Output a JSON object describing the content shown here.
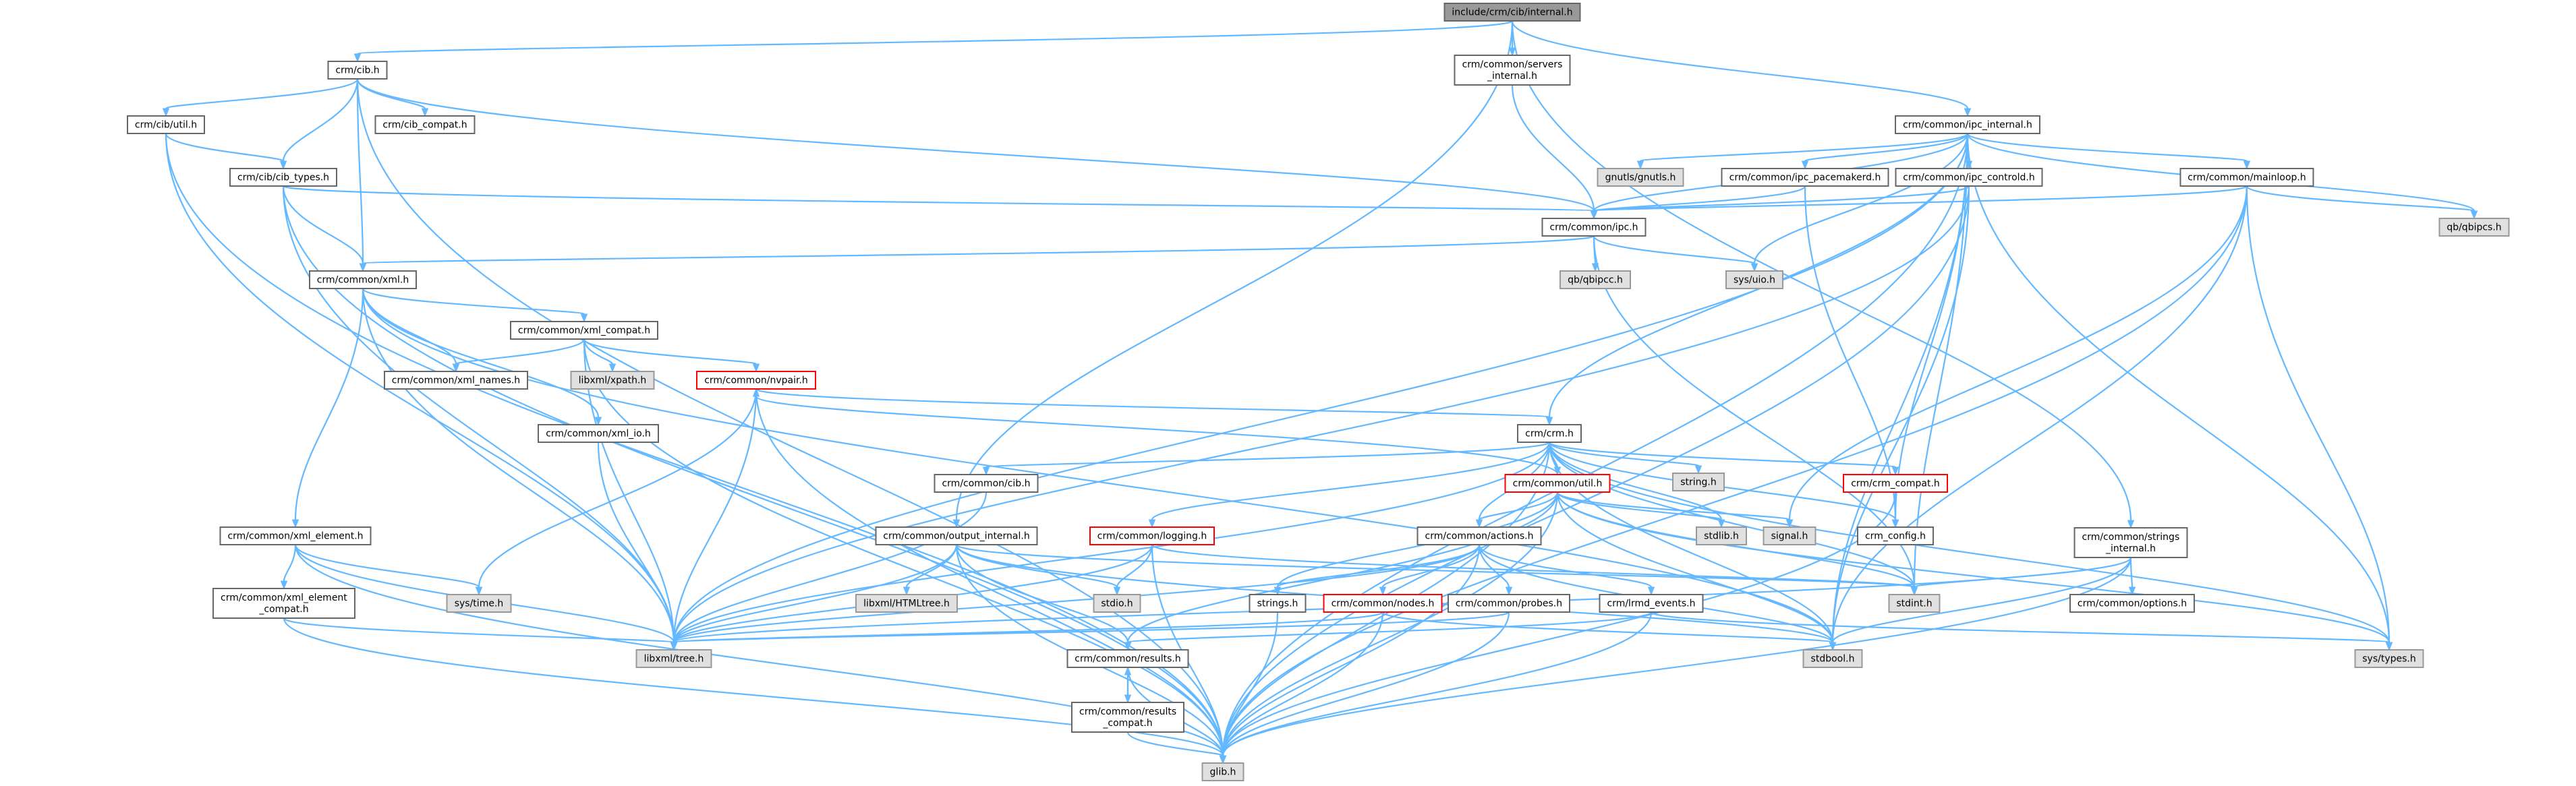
{
  "colors": {
    "edge": "#63b8ff",
    "root_fill": "#999999",
    "sys_fill": "#e0e0e0",
    "normal_fill": "#ffffff",
    "normal_border": "#666666",
    "sys_border": "#999999",
    "truncated_border": "#ff0000"
  },
  "nodes": [
    {
      "id": "root",
      "lines": [
        "include/crm/cib/internal.h"
      ],
      "style": "root"
    },
    {
      "id": "cib",
      "lines": [
        "crm/cib.h"
      ],
      "style": "normal"
    },
    {
      "id": "servers",
      "lines": [
        "crm/common/servers",
        "_internal.h"
      ],
      "style": "normal"
    },
    {
      "id": "cibutil",
      "lines": [
        "crm/cib/util.h"
      ],
      "style": "normal"
    },
    {
      "id": "cibcompat",
      "lines": [
        "crm/cib_compat.h"
      ],
      "style": "normal"
    },
    {
      "id": "cibtypes",
      "lines": [
        "crm/cib/cib_types.h"
      ],
      "style": "normal"
    },
    {
      "id": "ipcint",
      "lines": [
        "crm/common/ipc_internal.h"
      ],
      "style": "normal"
    },
    {
      "id": "gnutls",
      "lines": [
        "gnutls/gnutls.h"
      ],
      "style": "sys"
    },
    {
      "id": "ipcpm",
      "lines": [
        "crm/common/ipc_pacemakerd.h"
      ],
      "style": "normal"
    },
    {
      "id": "ipcctl",
      "lines": [
        "crm/common/ipc_controld.h"
      ],
      "style": "normal"
    },
    {
      "id": "mainloop",
      "lines": [
        "crm/common/mainloop.h"
      ],
      "style": "normal"
    },
    {
      "id": "qbipcs",
      "lines": [
        "qb/qbipcs.h"
      ],
      "style": "sys"
    },
    {
      "id": "ipch",
      "lines": [
        "crm/common/ipc.h"
      ],
      "style": "normal"
    },
    {
      "id": "qbipcc",
      "lines": [
        "qb/qbipcc.h"
      ],
      "style": "sys"
    },
    {
      "id": "sysuio",
      "lines": [
        "sys/uio.h"
      ],
      "style": "sys"
    },
    {
      "id": "xmlh",
      "lines": [
        "crm/common/xml.h"
      ],
      "style": "normal"
    },
    {
      "id": "xmlcompat",
      "lines": [
        "crm/common/xml_compat.h"
      ],
      "style": "normal"
    },
    {
      "id": "xmlnames",
      "lines": [
        "crm/common/xml_names.h"
      ],
      "style": "normal"
    },
    {
      "id": "xpath",
      "lines": [
        "libxml/xpath.h"
      ],
      "style": "sys"
    },
    {
      "id": "nvpair",
      "lines": [
        "crm/common/nvpair.h"
      ],
      "style": "trunc"
    },
    {
      "id": "xmlio",
      "lines": [
        "crm/common/xml_io.h"
      ],
      "style": "normal"
    },
    {
      "id": "crmh",
      "lines": [
        "crm/crm.h"
      ],
      "style": "normal"
    },
    {
      "id": "stringh",
      "lines": [
        "string.h"
      ],
      "style": "sys"
    },
    {
      "id": "cibh2",
      "lines": [
        "crm/common/cib.h"
      ],
      "style": "normal"
    },
    {
      "id": "utilh",
      "lines": [
        "crm/common/util.h"
      ],
      "style": "trunc"
    },
    {
      "id": "crmcompat",
      "lines": [
        "crm/crm_compat.h"
      ],
      "style": "trunc"
    },
    {
      "id": "stdlib",
      "lines": [
        "stdlib.h"
      ],
      "style": "sys"
    },
    {
      "id": "signal",
      "lines": [
        "signal.h"
      ],
      "style": "sys"
    },
    {
      "id": "crmconfig",
      "lines": [
        "crm_config.h"
      ],
      "style": "normal"
    },
    {
      "id": "xmlelem",
      "lines": [
        "crm/common/xml_element.h"
      ],
      "style": "normal"
    },
    {
      "id": "xmlelemc",
      "lines": [
        "crm/common/xml_element",
        "_compat.h"
      ],
      "style": "normal"
    },
    {
      "id": "systime",
      "lines": [
        "sys/time.h"
      ],
      "style": "sys"
    },
    {
      "id": "outint",
      "lines": [
        "crm/common/output_internal.h"
      ],
      "style": "normal"
    },
    {
      "id": "htmltree",
      "lines": [
        "libxml/HTMLtree.h"
      ],
      "style": "sys"
    },
    {
      "id": "stdio",
      "lines": [
        "stdio.h"
      ],
      "style": "sys"
    },
    {
      "id": "logging",
      "lines": [
        "crm/common/logging.h"
      ],
      "style": "trunc"
    },
    {
      "id": "actions",
      "lines": [
        "crm/common/actions.h"
      ],
      "style": "normal"
    },
    {
      "id": "stringsh",
      "lines": [
        "strings.h"
      ],
      "style": "normal"
    },
    {
      "id": "nodes",
      "lines": [
        "crm/common/nodes.h"
      ],
      "style": "trunc"
    },
    {
      "id": "probes",
      "lines": [
        "crm/common/probes.h"
      ],
      "style": "normal"
    },
    {
      "id": "lrmd",
      "lines": [
        "crm/lrmd_events.h"
      ],
      "style": "normal"
    },
    {
      "id": "stdint",
      "lines": [
        "stdint.h"
      ],
      "style": "sys"
    },
    {
      "id": "strint",
      "lines": [
        "crm/common/strings",
        "_internal.h"
      ],
      "style": "normal"
    },
    {
      "id": "options",
      "lines": [
        "crm/common/options.h"
      ],
      "style": "normal"
    },
    {
      "id": "tree",
      "lines": [
        "libxml/tree.h"
      ],
      "style": "sys"
    },
    {
      "id": "results",
      "lines": [
        "crm/common/results.h"
      ],
      "style": "normal"
    },
    {
      "id": "resultsc",
      "lines": [
        "crm/common/results",
        "_compat.h"
      ],
      "style": "normal"
    },
    {
      "id": "stdbool",
      "lines": [
        "stdbool.h"
      ],
      "style": "sys"
    },
    {
      "id": "systypes",
      "lines": [
        "sys/types.h"
      ],
      "style": "sys"
    },
    {
      "id": "glib",
      "lines": [
        "glib.h"
      ],
      "style": "sys"
    }
  ],
  "edges": [
    [
      "root",
      "cib"
    ],
    [
      "root",
      "servers"
    ],
    [
      "root",
      "ipcint"
    ],
    [
      "root",
      "outint"
    ],
    [
      "root",
      "strint"
    ],
    [
      "cib",
      "cibutil"
    ],
    [
      "cib",
      "cibcompat"
    ],
    [
      "cib",
      "cibtypes"
    ],
    [
      "cib",
      "xmlh"
    ],
    [
      "cib",
      "ipch"
    ],
    [
      "cib",
      "glib"
    ],
    [
      "cibutil",
      "cibtypes"
    ],
    [
      "cibutil",
      "tree"
    ],
    [
      "cibutil",
      "glib"
    ],
    [
      "cibtypes",
      "xmlh"
    ],
    [
      "cibtypes",
      "ipch"
    ],
    [
      "cibtypes",
      "tree"
    ],
    [
      "cibtypes",
      "glib"
    ],
    [
      "servers",
      "ipch"
    ],
    [
      "ipcint",
      "gnutls"
    ],
    [
      "ipcint",
      "ipcpm"
    ],
    [
      "ipcint",
      "ipcctl"
    ],
    [
      "ipcint",
      "mainloop"
    ],
    [
      "ipcint",
      "qbipcs"
    ],
    [
      "ipcint",
      "ipch"
    ],
    [
      "ipcint",
      "sysuio"
    ],
    [
      "ipcint",
      "crmh"
    ],
    [
      "ipcint",
      "tree"
    ],
    [
      "ipcint",
      "stdint"
    ],
    [
      "ipcint",
      "crmconfig"
    ],
    [
      "ipcint",
      "stdbool"
    ],
    [
      "ipcint",
      "systypes"
    ],
    [
      "ipcint",
      "glib"
    ],
    [
      "ipcpm",
      "ipch"
    ],
    [
      "ipcpm",
      "crmconfig"
    ],
    [
      "ipcctl",
      "ipch"
    ],
    [
      "ipcctl",
      "tree"
    ],
    [
      "ipcctl",
      "stdbool"
    ],
    [
      "ipcctl",
      "glib"
    ],
    [
      "mainloop",
      "ipch"
    ],
    [
      "mainloop",
      "qbipcs"
    ],
    [
      "mainloop",
      "signal"
    ],
    [
      "mainloop",
      "systypes"
    ],
    [
      "mainloop",
      "stdbool"
    ],
    [
      "mainloop",
      "glib"
    ],
    [
      "ipch",
      "qbipcc"
    ],
    [
      "ipch",
      "sysuio"
    ],
    [
      "ipch",
      "xmlh"
    ],
    [
      "ipch",
      "stdint"
    ],
    [
      "xmlh",
      "xmlcompat"
    ],
    [
      "xmlh",
      "xmlnames"
    ],
    [
      "xmlh",
      "xmlio"
    ],
    [
      "xmlh",
      "xmlelem"
    ],
    [
      "xmlh",
      "tree"
    ],
    [
      "xmlh",
      "stdbool"
    ],
    [
      "xmlcompat",
      "xmlnames"
    ],
    [
      "xmlcompat",
      "xpath"
    ],
    [
      "xmlcompat",
      "nvpair"
    ],
    [
      "xmlcompat",
      "tree"
    ],
    [
      "xmlcompat",
      "glib"
    ],
    [
      "nvpair",
      "crmh"
    ],
    [
      "nvpair",
      "systime"
    ],
    [
      "nvpair",
      "tree"
    ],
    [
      "nvpair",
      "glib"
    ],
    [
      "xmlio",
      "tree"
    ],
    [
      "crmh",
      "stringh"
    ],
    [
      "crmh",
      "cibh2"
    ],
    [
      "crmh",
      "utilh"
    ],
    [
      "crmh",
      "crmcompat"
    ],
    [
      "crmh",
      "stdlib"
    ],
    [
      "crmh",
      "logging"
    ],
    [
      "crmh",
      "actions"
    ],
    [
      "crmh",
      "crmconfig"
    ],
    [
      "crmh",
      "tree"
    ],
    [
      "crmh",
      "stdint"
    ],
    [
      "crmh",
      "stdbool"
    ],
    [
      "crmh",
      "systypes"
    ],
    [
      "crmh",
      "glib"
    ],
    [
      "cibh2",
      "tree"
    ],
    [
      "utilh",
      "nvpair"
    ],
    [
      "utilh",
      "stdlib"
    ],
    [
      "utilh",
      "signal"
    ],
    [
      "utilh",
      "actions"
    ],
    [
      "utilh",
      "results"
    ],
    [
      "utilh",
      "stringsh"
    ],
    [
      "utilh",
      "stdint"
    ],
    [
      "utilh",
      "stdbool"
    ],
    [
      "utilh",
      "systypes"
    ],
    [
      "utilh",
      "glib"
    ],
    [
      "crmcompat",
      "crmconfig"
    ],
    [
      "crmcompat",
      "glib"
    ],
    [
      "xmlelem",
      "xmlelemc"
    ],
    [
      "xmlelem",
      "systime"
    ],
    [
      "xmlelem",
      "tree"
    ],
    [
      "xmlelem",
      "glib"
    ],
    [
      "xmlelemc",
      "tree"
    ],
    [
      "xmlelemc",
      "glib"
    ],
    [
      "outint",
      "htmltree"
    ],
    [
      "outint",
      "stdio"
    ],
    [
      "outint",
      "tree"
    ],
    [
      "outint",
      "stdint"
    ],
    [
      "outint",
      "stdbool"
    ],
    [
      "outint",
      "results"
    ],
    [
      "outint",
      "glib"
    ],
    [
      "logging",
      "stdio"
    ],
    [
      "logging",
      "tree"
    ],
    [
      "logging",
      "glib"
    ],
    [
      "logging",
      "stdint"
    ],
    [
      "actions",
      "stringsh"
    ],
    [
      "actions",
      "nodes"
    ],
    [
      "actions",
      "probes"
    ],
    [
      "actions",
      "lrmd"
    ],
    [
      "actions",
      "tree"
    ],
    [
      "actions",
      "stdbool"
    ],
    [
      "actions",
      "glib"
    ],
    [
      "stringsh",
      "glib"
    ],
    [
      "nodes",
      "tree"
    ],
    [
      "nodes",
      "stdbool"
    ],
    [
      "nodes",
      "glib"
    ],
    [
      "probes",
      "tree"
    ],
    [
      "probes",
      "glib"
    ],
    [
      "lrmd",
      "results"
    ],
    [
      "lrmd",
      "systypes"
    ],
    [
      "lrmd",
      "glib"
    ],
    [
      "strint",
      "options"
    ],
    [
      "strint",
      "tree"
    ],
    [
      "strint",
      "stdbool"
    ],
    [
      "strint",
      "stdint"
    ],
    [
      "strint",
      "glib"
    ],
    [
      "results",
      "resultsc"
    ],
    [
      "results",
      "glib"
    ],
    [
      "resultsc",
      "results"
    ],
    [
      "resultsc",
      "glib"
    ]
  ]
}
